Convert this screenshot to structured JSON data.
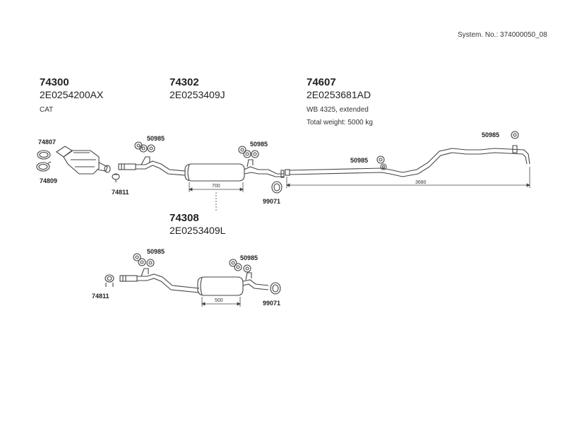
{
  "system_no": "System. No.: 374000050_08",
  "groups": [
    {
      "code": "74300",
      "oe": "2E0254200AX",
      "notes": [
        "CAT"
      ]
    },
    {
      "code": "74302",
      "oe": "2E0253409J",
      "notes": []
    },
    {
      "code": "74607",
      "oe": "2E0253681AD",
      "notes": [
        "WB 4325, extended",
        "Total weight: 5000 kg"
      ]
    },
    {
      "code": "74308",
      "oe": "2E0253409L",
      "notes": []
    }
  ],
  "parts": {
    "clamp_a": "74807",
    "clamp_b": "74809",
    "clamp_c": "74811",
    "clamp_d": "74811",
    "mount_1": "50985",
    "mount_2": "50985",
    "mount_3": "50985",
    "mount_4": "50985",
    "mount_5": "50985",
    "mount_6": "50985",
    "clamp_e": "99071",
    "clamp_f": "99071"
  },
  "dimensions": {
    "muffler_upper": "700",
    "tailpipe": "3680",
    "muffler_lower": "500"
  }
}
